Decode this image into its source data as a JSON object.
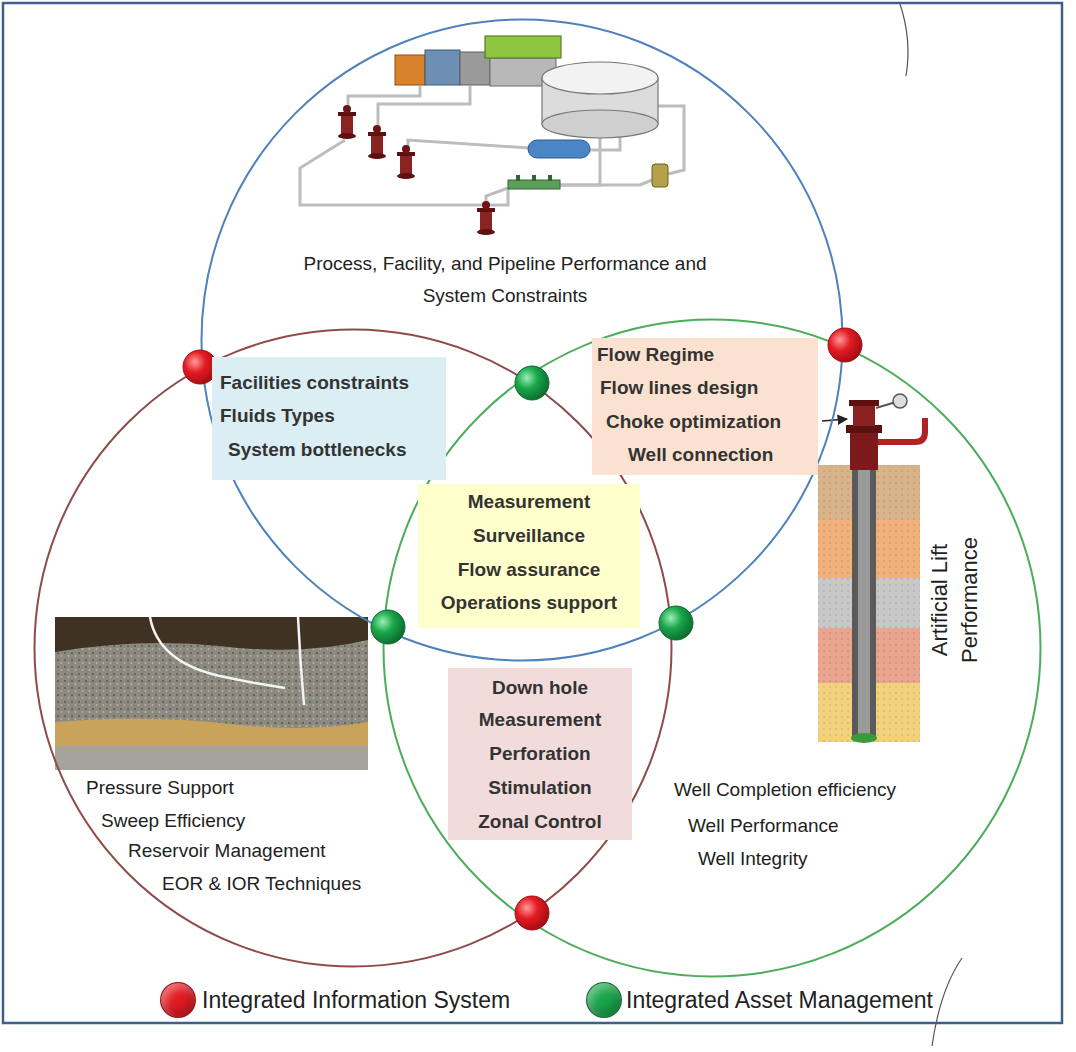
{
  "diagram": {
    "nodes": [
      {
        "text": [
          "Process, Facility, and Pipeline Performance and System Constraints"
        ]
      },
      {
        "text": [
          "Pressure Support",
          "Sweep Efficiency",
          "Reservoir Management",
          "EOR & IOR Techniques"
        ]
      },
      {
        "text": [
          "Artificial Lift Performance",
          "Well Completion efficiency",
          "Well Performance",
          "Well Integrity"
        ]
      },
      {
        "text": [
          "Facilities constraints",
          "Fluids Types",
          "System bottlenecks"
        ]
      },
      {
        "text": [
          "Flow Regime",
          "Flow lines design",
          "Choke optimization",
          "Well connection"
        ]
      },
      {
        "text": [
          "Measurement",
          "Surveillance",
          "Flow assurance",
          "Operations support"
        ]
      },
      {
        "text": [
          "Down hole Measurement",
          "Perforation",
          "Stimulation",
          "Zonal Control"
        ]
      }
    ],
    "legend": [
      {
        "text": "Integrated Information System",
        "color": "#e31b23"
      },
      {
        "text": "Integrated Asset Management",
        "color": "#1aa64b"
      }
    ]
  }
}
